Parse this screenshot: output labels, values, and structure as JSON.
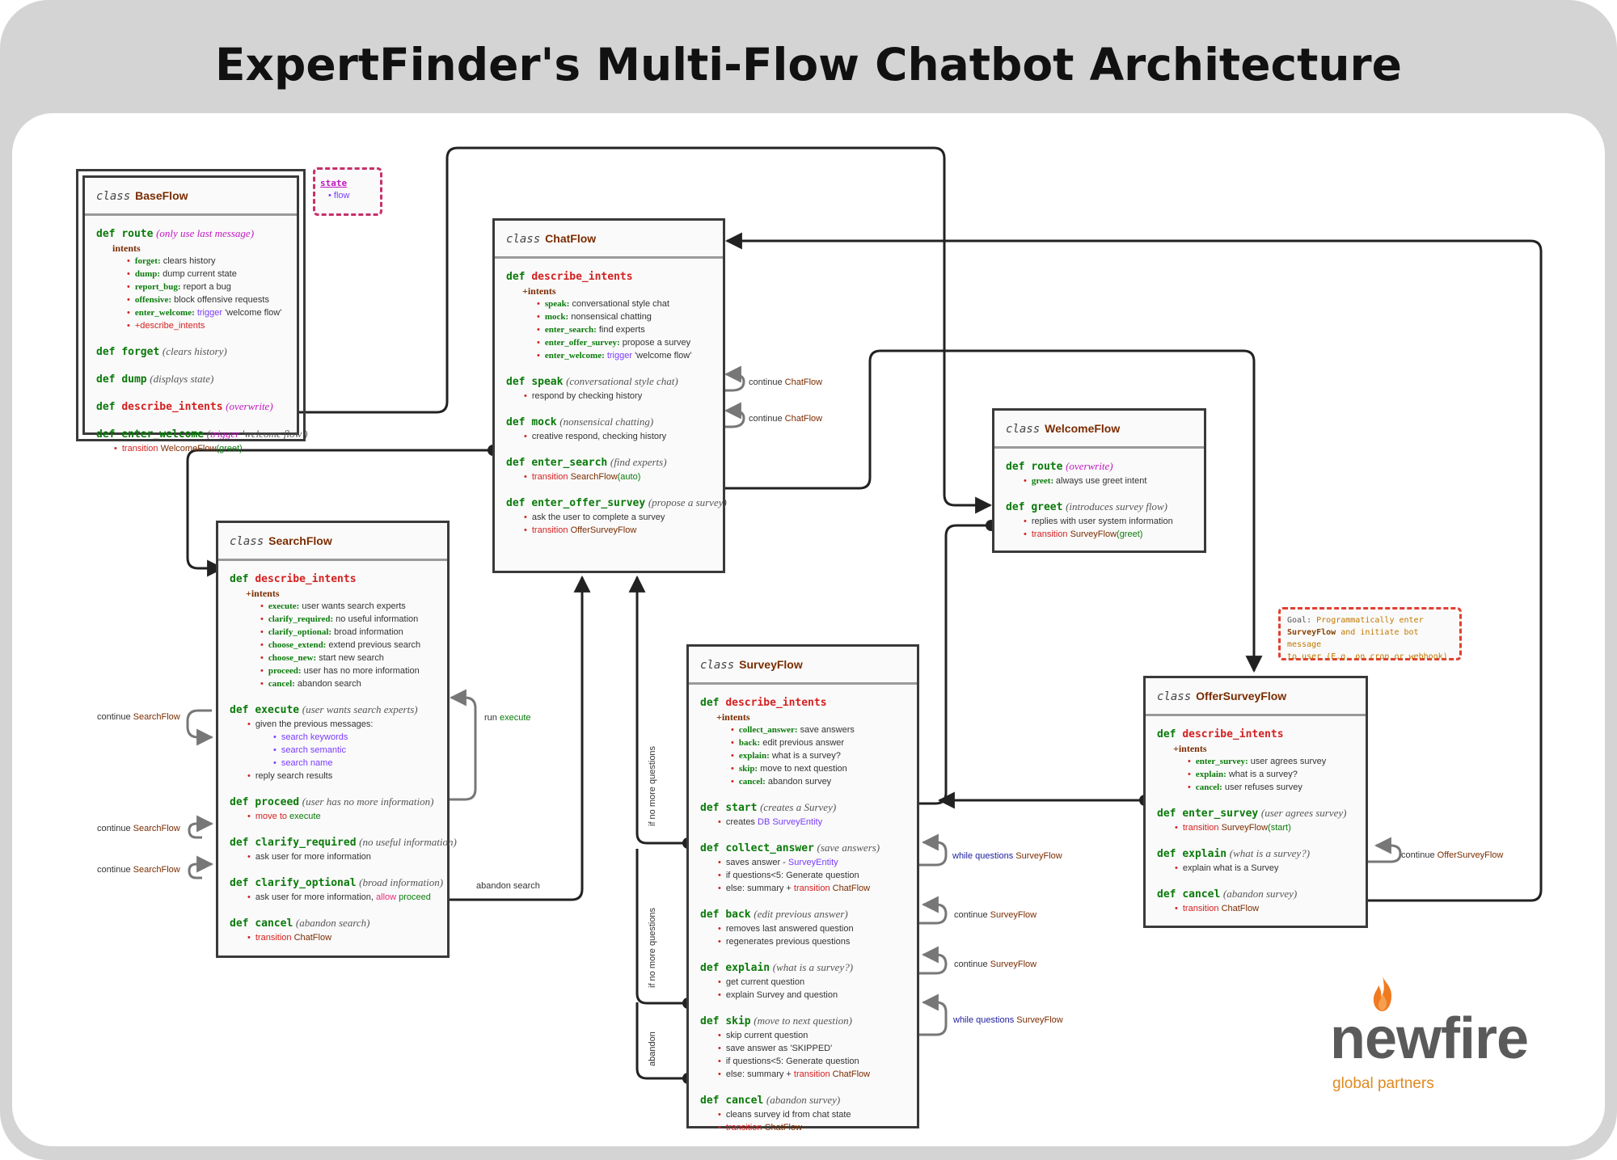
{
  "title": "ExpertFinder's Multi-Flow Chatbot Architecture",
  "class_keyword": "class",
  "def_keyword": "def",
  "bullet": "•",
  "classes": {
    "base": {
      "name": "BaseFlow",
      "methods": [
        {
          "name": "route",
          "note": "(only use last message)",
          "intents_label": "intents",
          "intents": [
            {
              "name": "forget",
              "desc": "clears history"
            },
            {
              "name": "dump",
              "desc": "dump current state"
            },
            {
              "name": "report_bug",
              "desc": "report a bug"
            },
            {
              "name": "offensive",
              "desc": "block offensive requests"
            },
            {
              "name": "enter_welcome",
              "desc_kw": "trigger",
              "desc": "'welcome flow'"
            },
            {
              "name": "+describe_intents",
              "desc": ""
            }
          ]
        },
        {
          "name": "forget",
          "note": "(clears history)"
        },
        {
          "name": "dump",
          "note": "(displays state)"
        },
        {
          "name": "describe_intents",
          "note": "(overwrite)"
        },
        {
          "name": "enter_welcome",
          "note_pre": "(",
          "note_kw": "trigger",
          "note_post": " 'welcome flow')",
          "lines": [
            {
              "kw": "transition",
              "target": "WelcomeFlow",
              "arg": "(greet)"
            }
          ]
        }
      ]
    },
    "chat": {
      "name": "ChatFlow",
      "methods": [
        {
          "name": "describe_intents",
          "intents_label": "+intents",
          "intents": [
            {
              "name": "speak",
              "desc": "conversational style chat"
            },
            {
              "name": "mock",
              "desc": "nonsensical chatting"
            },
            {
              "name": "enter_search",
              "desc": "find experts"
            },
            {
              "name": "enter_offer_survey",
              "desc": "propose a survey"
            },
            {
              "name": "enter_welcome",
              "desc_kw": "trigger",
              "desc": "'welcome flow'"
            }
          ]
        },
        {
          "name": "speak",
          "note": "(conversational style chat)",
          "lines": [
            {
              "text": "respond by checking history"
            }
          ]
        },
        {
          "name": "mock",
          "note": "(nonsensical chatting)",
          "lines": [
            {
              "text": "creative respond, checking history"
            }
          ]
        },
        {
          "name": "enter_search",
          "note": "(find experts)",
          "lines": [
            {
              "kw": "transition",
              "target": "SearchFlow",
              "arg": "(auto)"
            }
          ]
        },
        {
          "name": "enter_offer_survey",
          "note": "(propose a survey)",
          "lines": [
            {
              "text": "ask the user to complete a survey"
            },
            {
              "kw": "transition",
              "target": "OfferSurveyFlow"
            }
          ]
        }
      ]
    },
    "welcome": {
      "name": "WelcomeFlow",
      "methods": [
        {
          "name": "route",
          "note": "(overwrite)",
          "lines": [
            {
              "label": "greet:",
              "text": "always use greet intent"
            }
          ]
        },
        {
          "name": "greet",
          "note": "(introduces survey flow)",
          "lines": [
            {
              "text": "replies with user system information"
            },
            {
              "kw": "transition",
              "target": "SurveyFlow",
              "arg": "(greet)"
            }
          ]
        }
      ]
    },
    "search": {
      "name": "SearchFlow",
      "methods": [
        {
          "name": "describe_intents",
          "intents_label": "+intents",
          "intents": [
            {
              "name": "execute",
              "desc": "user wants search experts"
            },
            {
              "name": "clarify_required",
              "desc": "no useful information"
            },
            {
              "name": "clarify_optional",
              "desc": "broad information"
            },
            {
              "name": "choose_extend",
              "desc": "extend previous search"
            },
            {
              "name": "choose_new",
              "desc": "start new search"
            },
            {
              "name": "proceed",
              "desc": "user has no more information"
            },
            {
              "name": "cancel",
              "desc": "abandon search"
            }
          ]
        },
        {
          "name": "execute",
          "note": "(user wants search experts)",
          "lines": [
            {
              "text": "given the previous messages:"
            }
          ],
          "sub": [
            "search keywords",
            "search semantic",
            "search name"
          ],
          "after": [
            {
              "text": "reply search results"
            }
          ]
        },
        {
          "name": "proceed",
          "note": "(user has no more information)",
          "lines": [
            {
              "kw": "move to",
              "target": "execute"
            }
          ]
        },
        {
          "name": "clarify_required",
          "note": "(no useful information)",
          "lines": [
            {
              "text": "ask user for more information"
            }
          ]
        },
        {
          "name": "clarify_optional",
          "note": "(broad information)",
          "lines": [
            {
              "text": "ask user for more information,",
              "kw2": "allow",
              "target2": "proceed"
            }
          ]
        },
        {
          "name": "cancel",
          "note": "(abandon search)",
          "lines": [
            {
              "kw": "transition",
              "target": "ChatFlow"
            }
          ]
        }
      ]
    },
    "survey": {
      "name": "SurveyFlow",
      "methods": [
        {
          "name": "describe_intents",
          "intents_label": "+intents",
          "intents": [
            {
              "name": "collect_answer",
              "desc": "save answers"
            },
            {
              "name": "back",
              "desc": "edit previous answer"
            },
            {
              "name": "explain",
              "desc": "what is a survey?"
            },
            {
              "name": "skip",
              "desc": "move to next question"
            },
            {
              "name": "cancel",
              "desc": "abandon survey"
            }
          ]
        },
        {
          "name": "start",
          "note": "(creates a Survey)",
          "lines": [
            {
              "text": "creates",
              "purple": "DB SurveyEntity"
            }
          ]
        },
        {
          "name": "collect_answer",
          "note": "(save answers)",
          "lines": [
            {
              "text": "saves answer -",
              "purple": "SurveyEntity"
            },
            {
              "text": "if questions<5: Generate question"
            },
            {
              "text": "else: summary +",
              "kw": "transition",
              "target": "ChatFlow"
            }
          ]
        },
        {
          "name": "back",
          "note": "(edit previous answer)",
          "lines": [
            {
              "text": "removes last answered question"
            },
            {
              "text": "regenerates previous questions"
            }
          ]
        },
        {
          "name": "explain",
          "note": "(what is a survey?)",
          "lines": [
            {
              "text": "get current question"
            },
            {
              "text": "explain Survey and question"
            }
          ]
        },
        {
          "name": "skip",
          "note": "(move to next question)",
          "lines": [
            {
              "text": "skip current question"
            },
            {
              "text": "save answer as 'SKIPPED'"
            },
            {
              "text": "if questions<5: Generate question"
            },
            {
              "text": "else: summary +",
              "kw": "transition",
              "target": "ChatFlow"
            }
          ]
        },
        {
          "name": "cancel",
          "note": "(abandon survey)",
          "lines": [
            {
              "text": "cleans survey id from chat state"
            },
            {
              "kw": "transition",
              "target": "ChatFlow"
            }
          ]
        }
      ]
    },
    "offer": {
      "name": "OfferSurveyFlow",
      "methods": [
        {
          "name": "describe_intents",
          "intents_label": "+intents",
          "intents": [
            {
              "name": "enter_survey",
              "desc": "user agrees survey"
            },
            {
              "name": "explain",
              "desc": "what is a survey?"
            },
            {
              "name": "cancel",
              "desc": "user refuses survey"
            }
          ]
        },
        {
          "name": "enter_survey",
          "note": "(user agrees survey)",
          "lines": [
            {
              "kw": "transition",
              "target": "SurveyFlow",
              "arg": "(start)"
            }
          ]
        },
        {
          "name": "explain",
          "note": "(what is a survey?)",
          "lines": [
            {
              "text": "explain what is a Survey"
            }
          ]
        },
        {
          "name": "cancel",
          "note": "(abandon survey)",
          "lines": [
            {
              "kw": "transition",
              "target": "ChatFlow"
            }
          ]
        }
      ]
    }
  },
  "state_note": {
    "title": "state",
    "item": "flow"
  },
  "goal_note": {
    "label": "Goal:",
    "t1": "Programmatically",
    "t2": "enter",
    "t3": "SurveyFlow",
    "t4": "and initiate bot message",
    "t5": "to user",
    "t6": "(E.g. on cron or webhook)"
  },
  "edge_labels": {
    "continue": "continue",
    "chat_continue_target": "ChatFlow",
    "search_continue_target": "SearchFlow",
    "survey_continue_target": "SurveyFlow",
    "offer_continue_target": "OfferSurveyFlow",
    "run": "run",
    "run_target": "execute",
    "abandon_search": "abandon search",
    "while_questions": "while questions",
    "if_no_more": "if no more questions",
    "abandon": "abandon"
  },
  "logo": {
    "word": "newfire",
    "sub": "global partners",
    "colors": {
      "word": "#5a5a5a",
      "sub": "#e08a20",
      "flame": "#f07a20"
    }
  },
  "colors": {
    "frame": "#d4d4d4",
    "panel": "#ffffff",
    "wire": "#222222",
    "loop": "#777777",
    "method_green": "#0a7a0a",
    "keyword_red": "#d42020",
    "class_brown": "#7a2c00",
    "purple": "#7a3cff"
  }
}
